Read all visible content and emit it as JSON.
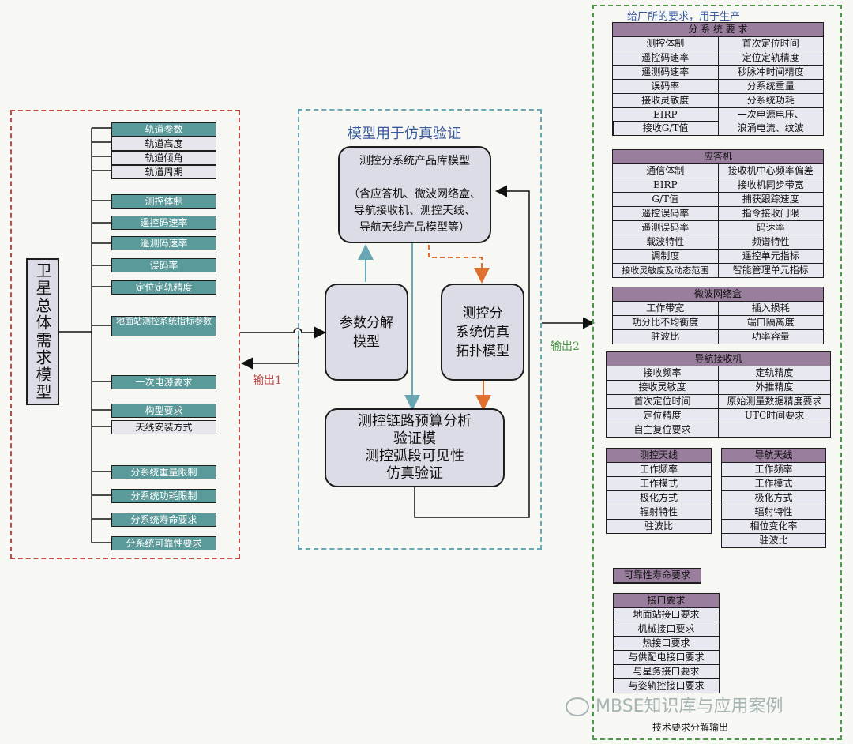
{
  "left": {
    "model_title": "卫星总体需求模型",
    "groups": [
      [
        "轨道参数",
        "轨道高度",
        "轨道倾角",
        "轨道周期"
      ],
      [
        "测控体制",
        "遥控码速率",
        "遥测码速率",
        "误码率",
        "定位定轨精度"
      ],
      [
        "地面站测控系统指标参数"
      ],
      [
        "一次电源要求"
      ],
      [
        "构型要求",
        "天线安装方式"
      ],
      [
        "分系统重量限制",
        "分系统功耗限制",
        "分系统寿命要求",
        "分系统可靠性要求"
      ]
    ],
    "output_label": "输出1"
  },
  "middle": {
    "title": "模型用于仿真验证",
    "lib_model": "测控分系统产品库模型\n\n（含应答机、微波网络盒、\n导航接收机、测控天线、\n导航天线产品模型等）",
    "param_model": "参数分解\n模型",
    "topo_model": "测控分\n系统仿真\n拓扑模型",
    "link_model": "测控链路预算分析\n验证模\n测控弧段可见性\n仿真验证",
    "output_label": "输出2"
  },
  "right": {
    "title": "给厂所的要求，用于生产",
    "subsystem": {
      "header": "分 系 统 要 求",
      "rows": [
        [
          "测控体制",
          "首次定位时间"
        ],
        [
          "遥控码速率",
          "定位定轨精度"
        ],
        [
          "遥测码速率",
          "秒脉冲时间精度"
        ],
        [
          "误码率",
          "分系统重量"
        ],
        [
          "接收灵敏度",
          "分系统功耗"
        ]
      ],
      "eirp": "EIRP",
      "gt": "接收G/T值",
      "power": "一次电源电压、\n浪涌电流、纹波"
    },
    "transponder": {
      "header": "应答机",
      "rows": [
        [
          "通信体制",
          "接收机中心频率偏差"
        ],
        [
          "EIRP",
          "接收机同步带宽"
        ],
        [
          "G/T值",
          "捕获跟踪速度"
        ],
        [
          "遥控误码率",
          "指令接收门限"
        ],
        [
          "遥测误码率",
          "码速率"
        ],
        [
          "载波特性",
          "频谱特性"
        ],
        [
          "调制度",
          "遥控单元指标"
        ],
        [
          "接收灵敏度及动态范围",
          "智能管理单元指标"
        ]
      ]
    },
    "microwave": {
      "header": "微波网络盒",
      "rows": [
        [
          "工作带宽",
          "插入损耗"
        ],
        [
          "功分比不均衡度",
          "端口隔离度"
        ],
        [
          "驻波比",
          "功率容量"
        ]
      ]
    },
    "nav_receiver": {
      "header": "导航接收机",
      "rows": [
        [
          "接收频率",
          "定轨精度"
        ],
        [
          "接收灵敏度",
          "外推精度"
        ],
        [
          "首次定位时间",
          "原始测量数据精度要求"
        ],
        [
          "定位精度",
          "UTC时间要求"
        ],
        [
          "自主复位要求",
          ""
        ]
      ]
    },
    "tt_antenna": {
      "header": "测控天线",
      "rows": [
        "工作频率",
        "工作模式",
        "极化方式",
        "辐射特性",
        "驻波比"
      ]
    },
    "nav_antenna": {
      "header": "导航天线",
      "rows": [
        "工作频率",
        "工作模式",
        "极化方式",
        "辐射特性",
        "相位变化率",
        "驻波比"
      ]
    },
    "reliability": "可靠性寿命要求",
    "interface": {
      "header": "接口要求",
      "rows": [
        "地面站接口要求",
        "机械接口要求",
        "热接口要求",
        "与供配电接口要求",
        "与星务接口要求",
        "与姿轨控接口要求"
      ]
    },
    "footer": "技术要求分解输出"
  },
  "watermark": "MBSE知识库与应用案例",
  "colors": {
    "teal": "#5b9a9a",
    "purple_header": "#9a7e9e",
    "orange": "#e07030",
    "arrow_teal": "#6aa7b4",
    "red_frame": "#c44a4a",
    "green_frame": "#4a9a4a"
  }
}
